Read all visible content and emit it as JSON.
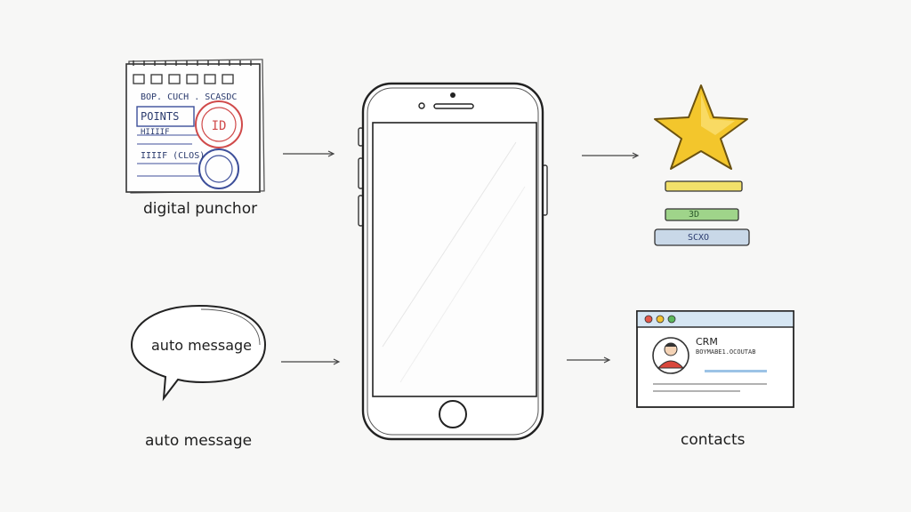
{
  "colors": {
    "ink": "#2c2c2c",
    "star": "#f3c62c",
    "bar_yellow": "#f2e06a",
    "bar_green": "#9fd48a",
    "bar_blue": "#c9d8e8",
    "stamp_red": "#d04a4a",
    "stamp_blue": "#3d4f9a",
    "window_header": "#d6e6f3",
    "dot_red": "#e4574a",
    "dot_yellow": "#f1c232",
    "dot_green": "#5cb85c",
    "avatar_shirt": "#d9463b"
  },
  "nodes": {
    "punch_card": {
      "caption": "digital punchor",
      "line1": "BOP. CUCH . SCASDC",
      "line2": "POINTS",
      "line3": "HIIIIF",
      "line4": "IIIIF (CLOS)"
    },
    "auto_message": {
      "bubble_text": "auto message",
      "caption": "auto message"
    },
    "rewards": {
      "bar2_text": "3D",
      "bar3_text": "SCXO"
    },
    "contacts": {
      "crm_title": "CRM",
      "crm_subtitle": "BOYMABE1.OCOUTAB",
      "caption": "contacts"
    }
  }
}
